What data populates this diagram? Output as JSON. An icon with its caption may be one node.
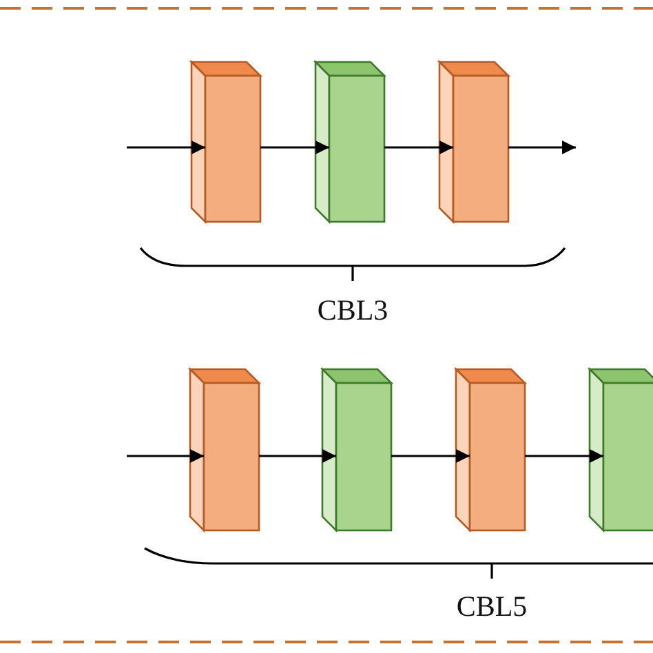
{
  "diagram": {
    "nodes": [
      {
        "text": [],
        "shape": "box"
      },
      {
        "text": [],
        "shape": "box"
      },
      {
        "text": [],
        "shape": "box"
      },
      {
        "text": [],
        "shape": "box"
      },
      {
        "text": [],
        "shape": "box"
      },
      {
        "text": [],
        "shape": "box"
      },
      {
        "text": [],
        "shape": "box"
      }
    ],
    "edges": [
      {
        "from": null,
        "to": 0,
        "arrow": "to"
      },
      {
        "from": 0,
        "to": 1,
        "arrow": "to"
      },
      {
        "from": 1,
        "to": 2,
        "arrow": "to"
      },
      {
        "from": 2,
        "to": null,
        "arrow": "to"
      },
      {
        "from": null,
        "to": 3,
        "arrow": "to"
      },
      {
        "from": 3,
        "to": 4,
        "arrow": "to"
      },
      {
        "from": 4,
        "to": 5,
        "arrow": "to"
      },
      {
        "from": 5,
        "to": 6,
        "arrow": "to"
      }
    ],
    "labels": [
      "CBL3",
      "CBL5"
    ]
  }
}
